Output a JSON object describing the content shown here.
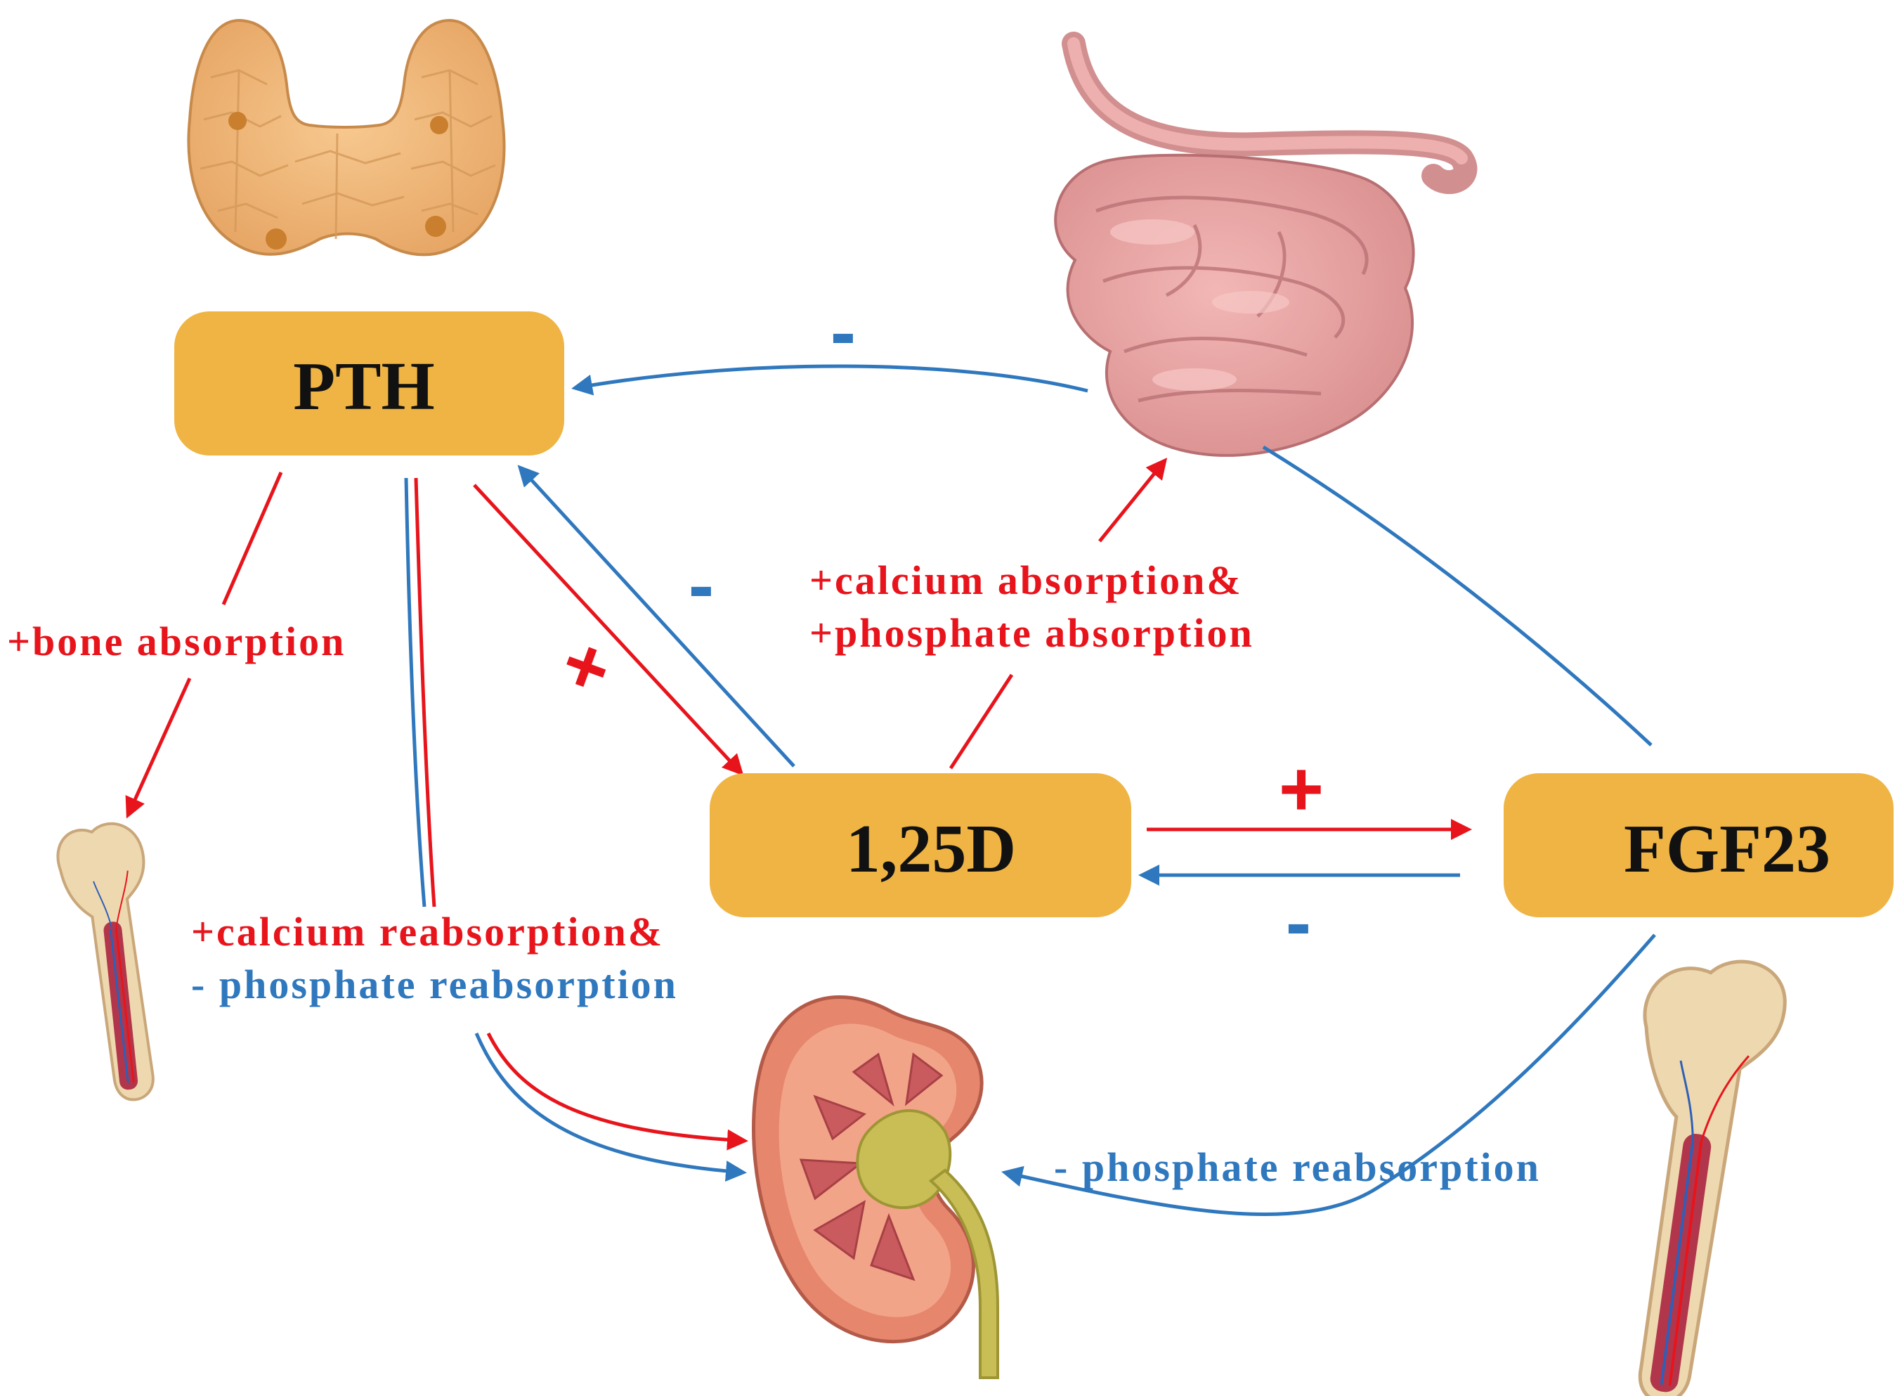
{
  "colors": {
    "node_fill": "#EFB443",
    "stimulate": "#E8141C",
    "inhibit": "#2F78BE",
    "node_text": "#111111"
  },
  "nodes": {
    "pth": "PTH",
    "vitd": "1,25D",
    "fgf23": "FGF23"
  },
  "organs": {
    "thyroid": "thyroid-parathyroid-illustration",
    "intestine": "small-intestine-illustration",
    "kidney": "kidney-illustration",
    "bone_left": "femur-bone-illustration",
    "bone_right": "femur-bone-illustration"
  },
  "annotations": {
    "bone_absorption": "+bone absorption",
    "intestine_line1": "+calcium absorption&",
    "intestine_line2": "+phosphate absorption",
    "kidney_line1": "+calcium reabsorption&",
    "kidney_line2": "- phosphate reabsorption",
    "fgf23_kidney": "- phosphate reabsorption"
  },
  "signs": {
    "intestine_to_pth": "-",
    "vitd_to_pth": "-",
    "pth_to_vitd": "+",
    "vitd_to_fgf23": "+",
    "fgf23_to_vitd": "-"
  }
}
